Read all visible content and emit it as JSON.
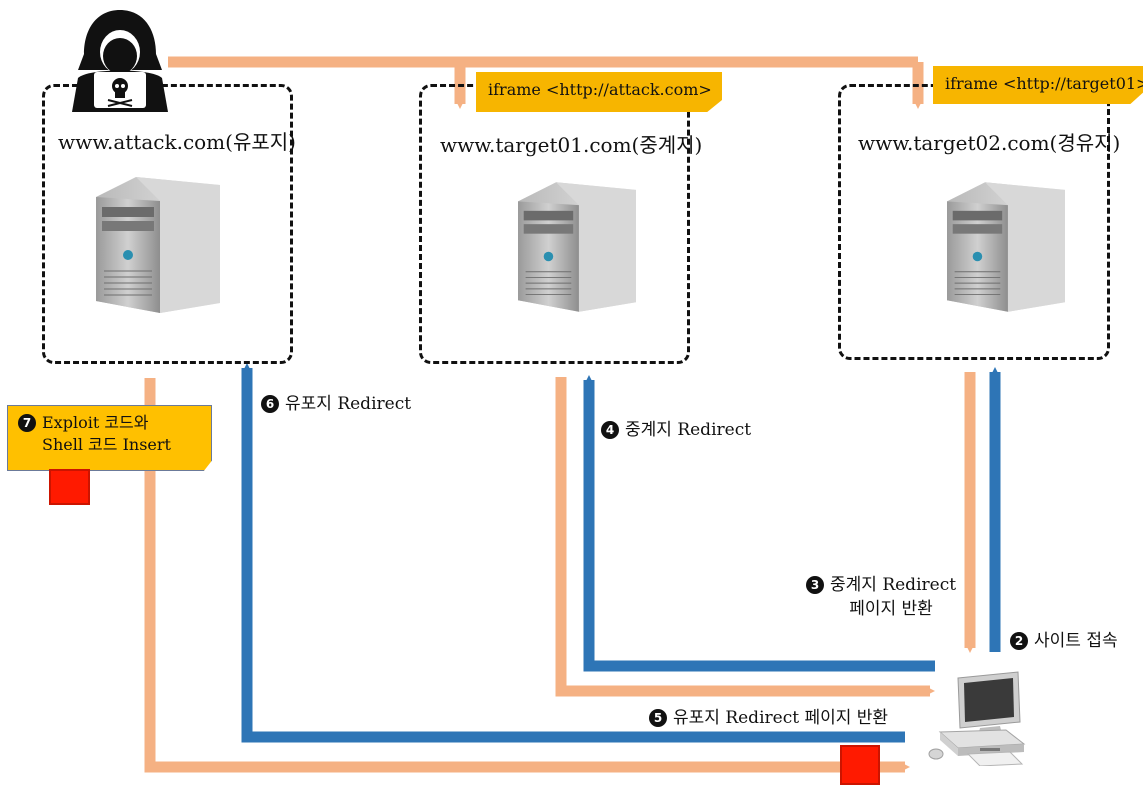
{
  "servers": [
    {
      "title": "www.attack.com(유포지)"
    },
    {
      "title": "www.target01.com(중계지)"
    },
    {
      "title": "www.target02.com(경유지)"
    }
  ],
  "notes": {
    "target01_iframe": "iframe <http://attack.com>",
    "target02_iframe": "iframe <http://target01>"
  },
  "steps": {
    "s2": {
      "num": "2",
      "text": "사이트 접속"
    },
    "s3": {
      "num": "3",
      "line1": "중계지 Redirect",
      "line2": "페이지 반환"
    },
    "s4": {
      "num": "4",
      "text": "중계지 Redirect"
    },
    "s5": {
      "num": "5",
      "text": "유포지 Redirect 페이지 반환"
    },
    "s6": {
      "num": "6",
      "text": "유포지 Redirect"
    },
    "s7": {
      "num": "7",
      "line1": "Exploit 코드와",
      "line2": "Shell 코드 Insert"
    }
  },
  "colors": {
    "orange_arrow": "#f5b183",
    "blue_arrow": "#2e75b6",
    "note_bg": "#f7b500",
    "sticky_bg": "#ffc000",
    "red_square": "#ff1a00"
  },
  "icons": [
    "hacker-icon",
    "server-tower-icon",
    "desktop-pc-icon"
  ]
}
